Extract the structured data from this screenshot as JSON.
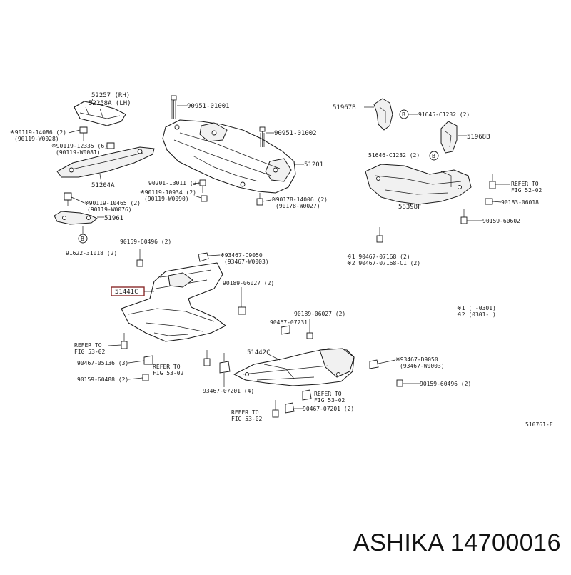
{
  "labels": {
    "p52257": "52257 (RH)",
    "p52258a": "52258A (LH)",
    "p90951": "90951-01001",
    "p90119a1": "※90119-14086 (2)",
    "p90119a2": "(90119-W0028)",
    "p90119b1": "※90119-12335 (6)",
    "p90119b2": "(90119-W0081)",
    "p90951b": "90951-01002",
    "p51201": "51201",
    "p51204a": "51204A",
    "p90201": "90201-13011 (2)",
    "p90119c1": "※90119-10934 (2)",
    "p90119c2": "(90119-W0090)",
    "p90119d1": "※90119-10465 (2)",
    "p90119d2": "(90119-W0076)",
    "p90178a1": "※90178-14006 (2)",
    "p90178a2": "(90178-W0027)",
    "p51961": "51961",
    "p91622": "91622-31018 (2)",
    "p51967b": "51967B",
    "p91645": "91645-C1232 (2)",
    "p51968b": "51968B",
    "p51646": "51646-C1232 (2)",
    "refer1a": "REFER TO",
    "refer1b": "FIG 52-02",
    "p58398f": "58398F",
    "p90183": "90183-06018",
    "p90159a": "90159-60602",
    "star1": "※1 90467-07168 (2)",
    "star2": "※2 90467-07168-C1 (2)",
    "p90159b": "90159-60496 (2)",
    "p93467a1": "※93467-D9050",
    "p93467a2": "(93467-W0003)",
    "p51441c": "51441C",
    "p90189a": "90189-06027 (2)",
    "legend1": "※1 (     -0301)",
    "legend2": "※2 (0301-     )",
    "refer2a": "REFER TO",
    "refer2b": "FIG 53-02",
    "p90189b": "90189-06027 (2)",
    "p90467a": "90467-07231",
    "p51442c": "51442C",
    "p90467b": "90467-05136 (3)",
    "refer3a": "REFER TO",
    "refer3b": "FIG 53-02",
    "p93467b1": "※93467-D9050",
    "p93467b2": "(93467-W0003)",
    "p90159c": "90159-60488 (2)",
    "p90159d": "90159-60496 (2)",
    "p93467c": "93467-07201 (4)",
    "refer4a": "REFER TO",
    "refer4b": "FIG 53-02",
    "p90467c": "90467-07201 (2)",
    "refer5a": "REFER TO",
    "refer5b": "FIG 53-02",
    "figno": "510761-F"
  },
  "brand_text": "ASHIKA 14700016",
  "colors": {
    "line": "#1a1a1a",
    "highlight": "#8a2b2b",
    "background": "#ffffff"
  }
}
